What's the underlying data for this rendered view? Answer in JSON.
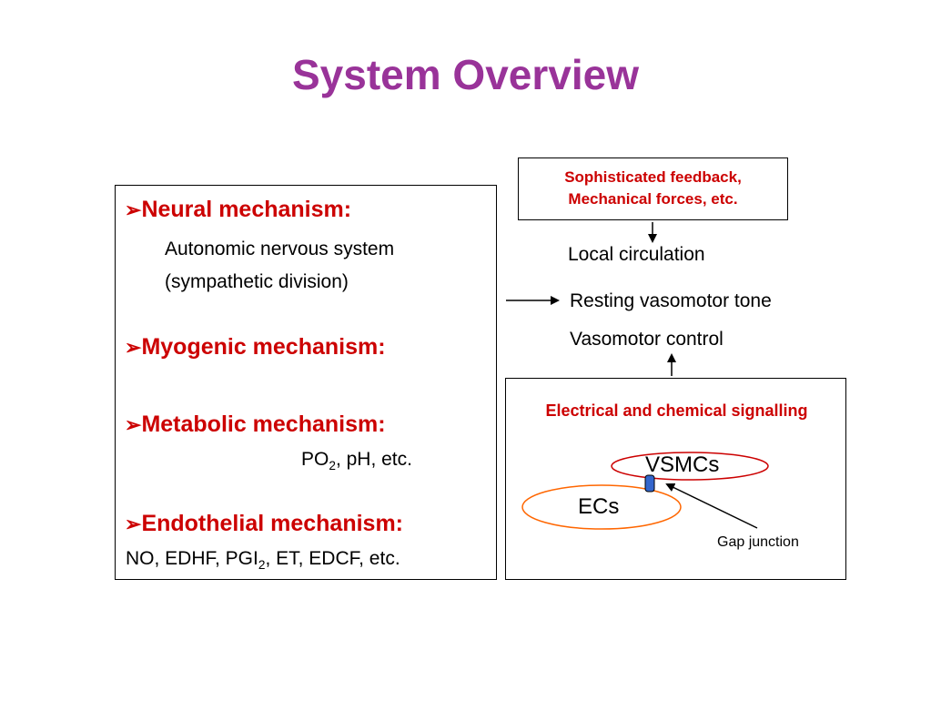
{
  "title": "System Overview",
  "mechanisms": {
    "neural": {
      "bullet": "➢",
      "heading": "Neural mechanism:",
      "line1": "Autonomic nervous system",
      "line2": "(sympathetic division)"
    },
    "myogenic": {
      "bullet": "➢",
      "heading": "Myogenic mechanism:"
    },
    "metabolic": {
      "bullet": "➢",
      "heading": "Metabolic mechanism:",
      "detail_pre": "PO",
      "detail_sub": "2",
      "detail_post": ", pH, etc."
    },
    "endothelial": {
      "bullet": "➢",
      "heading": "Endothelial mechanism:",
      "detail_pre": "NO, EDHF, PGI",
      "detail_sub": "2",
      "detail_post": ", ET, EDCF, etc."
    }
  },
  "feedback": {
    "line1": "Sophisticated feedback,",
    "line2": "Mechanical forces, etc."
  },
  "effects": {
    "local_circulation": "Local circulation",
    "resting_tone": "Resting vasomotor tone",
    "vasomotor_control": "Vasomotor control"
  },
  "signalling": {
    "title": "Electrical and chemical signalling",
    "vsmcs": "VSMCs",
    "ecs": "ECs",
    "gap_junction": "Gap junction"
  },
  "colors": {
    "title": "#993399",
    "heading": "#cc0000",
    "vsmc_outline": "#cc0000",
    "ec_outline": "#ff6600",
    "gap_junction_fill": "#3366cc"
  }
}
